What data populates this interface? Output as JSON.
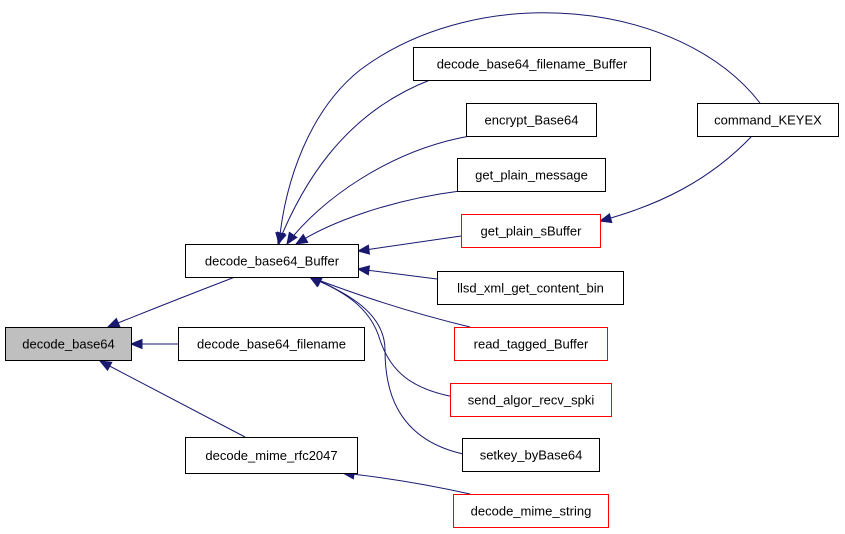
{
  "colors": {
    "edge": "#191970",
    "node_border": "#000000",
    "node_border_truncated": "#ff0000",
    "node_fill": "#ffffff",
    "root_fill": "#bfbfbf"
  },
  "nodes": [
    {
      "id": "decode_base64",
      "label": "decode_base64",
      "kind": "root"
    },
    {
      "id": "decode_base64_Buffer",
      "label": "decode_base64_Buffer",
      "kind": "normal"
    },
    {
      "id": "decode_base64_filename",
      "label": "decode_base64_filename",
      "kind": "normal"
    },
    {
      "id": "decode_mime_rfc2047",
      "label": "decode_mime_rfc2047",
      "kind": "normal"
    },
    {
      "id": "decode_base64_filename_Buffer",
      "label": "decode_base64_filename_Buffer",
      "kind": "normal"
    },
    {
      "id": "encrypt_Base64",
      "label": "encrypt_Base64",
      "kind": "normal"
    },
    {
      "id": "get_plain_message",
      "label": "get_plain_message",
      "kind": "normal"
    },
    {
      "id": "get_plain_sBuffer",
      "label": "get_plain_sBuffer",
      "kind": "truncated"
    },
    {
      "id": "llsd_xml_get_content_bin",
      "label": "llsd_xml_get_content_bin",
      "kind": "normal"
    },
    {
      "id": "read_tagged_Buffer",
      "label": "read_tagged_Buffer",
      "kind": "truncated"
    },
    {
      "id": "send_algor_recv_spki",
      "label": "send_algor_recv_spki",
      "kind": "truncated"
    },
    {
      "id": "setkey_byBase64",
      "label": "setkey_byBase64",
      "kind": "normal"
    },
    {
      "id": "decode_mime_string",
      "label": "decode_mime_string",
      "kind": "truncated"
    },
    {
      "id": "command_KEYEX",
      "label": "command_KEYEX",
      "kind": "normal"
    }
  ],
  "edges": [
    {
      "from": "decode_base64_Buffer",
      "to": "decode_base64"
    },
    {
      "from": "decode_base64_filename",
      "to": "decode_base64"
    },
    {
      "from": "decode_mime_rfc2047",
      "to": "decode_base64"
    },
    {
      "from": "decode_base64_filename_Buffer",
      "to": "decode_base64_Buffer"
    },
    {
      "from": "encrypt_Base64",
      "to": "decode_base64_Buffer"
    },
    {
      "from": "get_plain_message",
      "to": "decode_base64_Buffer"
    },
    {
      "from": "get_plain_sBuffer",
      "to": "decode_base64_Buffer"
    },
    {
      "from": "llsd_xml_get_content_bin",
      "to": "decode_base64_Buffer"
    },
    {
      "from": "read_tagged_Buffer",
      "to": "decode_base64_Buffer"
    },
    {
      "from": "send_algor_recv_spki",
      "to": "decode_base64_Buffer"
    },
    {
      "from": "setkey_byBase64",
      "to": "decode_base64_Buffer"
    },
    {
      "from": "command_KEYEX",
      "to": "decode_base64_Buffer"
    },
    {
      "from": "command_KEYEX",
      "to": "get_plain_sBuffer"
    },
    {
      "from": "decode_mime_string",
      "to": "decode_mime_rfc2047"
    }
  ]
}
